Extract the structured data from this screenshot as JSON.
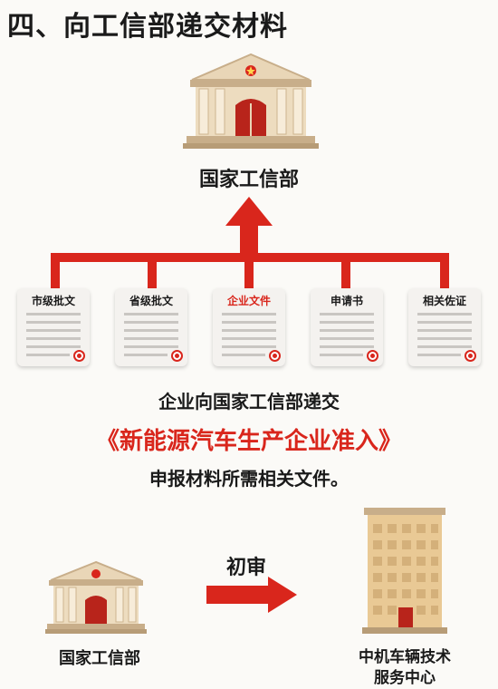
{
  "header": {
    "title": "四、向工信部递交材料"
  },
  "top_building": {
    "label": "国家工信部"
  },
  "documents": [
    {
      "label": "市级批文"
    },
    {
      "label": "省级批文"
    },
    {
      "label": "企业文件"
    },
    {
      "label": "申请书"
    },
    {
      "label": "相关佐证"
    }
  ],
  "description": {
    "line1": "企业向国家工信部递交",
    "line2": "《新能源汽车生产企业准入》",
    "line3": "申报材料所需相关文件。"
  },
  "flow": {
    "arrow_label": "初审",
    "source_label": "国家工信部",
    "target_label_line1": "中机车辆技术",
    "target_label_line2": "服务中心"
  },
  "colors": {
    "accent": "#d9261c",
    "building_roof": "#e9d6b7",
    "building_base": "#c8ae8a",
    "office_tower": "#e9c995"
  }
}
